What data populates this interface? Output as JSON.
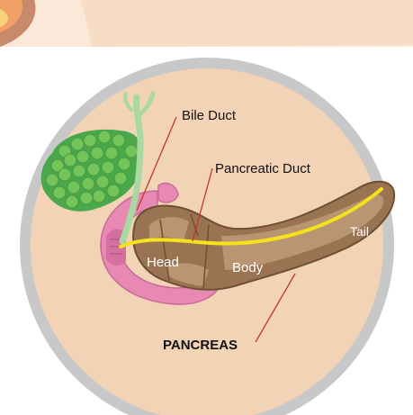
{
  "labels": {
    "bile_duct": "Bile Duct",
    "pancreatic_duct": "Pancreatic Duct",
    "tail": "Tail",
    "head": "Head",
    "body": "Body",
    "pancreas": "PANCREAS"
  },
  "colors": {
    "background_panel": "#fbe8d9",
    "circle_fill": "#f2d3b6",
    "circle_ring": "#c8c8c8",
    "pancreas_fill": "#9a7452",
    "pancreas_light": "#b89573",
    "pancreas_outline": "#6e4f32",
    "duct_yellow": "#f6e21c",
    "liver_green": "#4aa84a",
    "liver_spot": "#74c45a",
    "bile_duct_green": "#a9d8a0",
    "duodenum_pink": "#e889b4",
    "leader_line": "#c0392b",
    "text": "#111111"
  }
}
